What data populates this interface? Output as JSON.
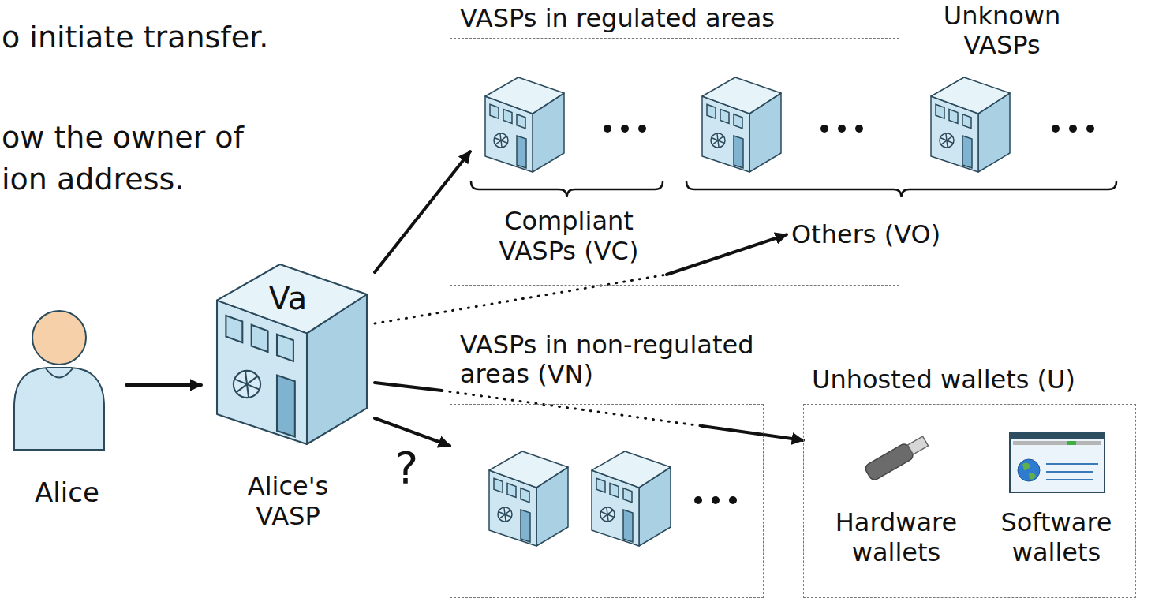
{
  "diagram": {
    "nodes": [
      {
        "text": [
          "Alice"
        ]
      },
      {
        "text": [
          "Va",
          "Alice's VASP"
        ]
      },
      {
        "text": [
          "VASPs in regulated areas"
        ]
      },
      {
        "text": [
          "Compliant VASPs (VC)"
        ],
        "in": 2
      },
      {
        "text": [
          "Others (VO)"
        ],
        "in": 2
      },
      {
        "text": [
          "VASPs in non-regulated areas (VN)"
        ]
      },
      {
        "text": [
          "Unhosted wallets (U)"
        ]
      },
      {
        "text": [
          "Hardware wallets"
        ],
        "in": 6
      },
      {
        "text": [
          "Software wallets"
        ],
        "in": 6
      }
    ],
    "edges": [
      {
        "from": 0,
        "to": 1,
        "arrow": "to"
      },
      {
        "from": 1,
        "to": 3,
        "arrow": "to"
      },
      {
        "from": 1,
        "to": 4,
        "arrow": "to"
      },
      {
        "from": 1,
        "to": 5,
        "arrow": "to",
        "label": "?"
      },
      {
        "from": 1,
        "to": 6,
        "arrow": "to"
      }
    ],
    "labels": [
      "o initiate transfer.",
      "ow the owner of ion address.",
      "Unknown VASPs"
    ]
  }
}
